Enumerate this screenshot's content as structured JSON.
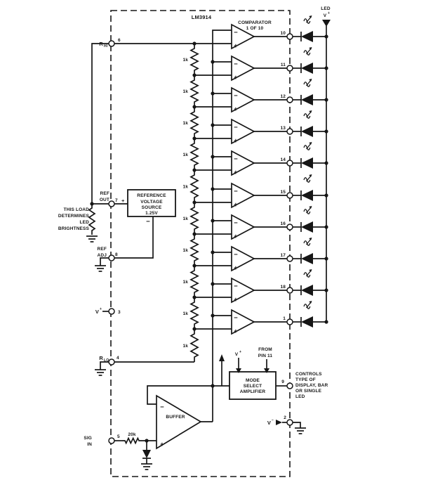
{
  "chip": {
    "name": "LM3914"
  },
  "captions": {
    "comparator_line1": "COMPARATOR",
    "comparator_line2": "1 OF 10"
  },
  "led_rail": {
    "line1": "LED",
    "v": "V",
    "sup": "+"
  },
  "outputs": {
    "pins": [
      "10",
      "11",
      "12",
      "13",
      "14",
      "15",
      "16",
      "17",
      "18",
      "1"
    ]
  },
  "ladder": {
    "resistor_label": "1k"
  },
  "signs": {
    "minus": "−",
    "plus": "+"
  },
  "pins": {
    "rhi": {
      "main": "R",
      "sub": "HI",
      "number": "6"
    },
    "ref_out": {
      "line1": "REF",
      "line2": "OUT",
      "number": "7",
      "plus": "+"
    },
    "ref_adj": {
      "line1": "REF",
      "line2": "ADJ",
      "number": "8"
    },
    "v_plus": {
      "main": "V",
      "sup": "+",
      "number": "3"
    },
    "r_lo": {
      "main": "R",
      "sub": "LO",
      "number": "4"
    },
    "sig_in": {
      "line1": "SIG",
      "line2": "IN",
      "number": "5"
    },
    "mode": {
      "number": "9"
    },
    "v_minus": {
      "main": "V",
      "sup": "−",
      "number": "2"
    }
  },
  "reference_source": {
    "line1": "REFERENCE",
    "line2": "VOLTAGE",
    "line3": "SOURCE",
    "line4": "1.25V",
    "minus": "−"
  },
  "load_note": {
    "line1": "THIS LOAD",
    "line2": "DETERMINES",
    "line3": "LED",
    "line4": "BRIGHTNESS"
  },
  "buffer": {
    "label": "BUFFER"
  },
  "input_resistor_label": "20k",
  "mode_amp": {
    "line1": "MODE",
    "line2": "SELECT",
    "line3": "AMPLIFIER",
    "v": "V",
    "v_sup": "+",
    "from_line1": "FROM",
    "from_line2": "PIN 11"
  },
  "mode_note": {
    "line1": "CONTROLS",
    "line2": "TYPE OF",
    "line3": "DISPLAY, BAR",
    "line4": "OR SINGLE",
    "line5": "LED"
  },
  "colors": {
    "ink": "#161616",
    "background": "#ffffff"
  }
}
